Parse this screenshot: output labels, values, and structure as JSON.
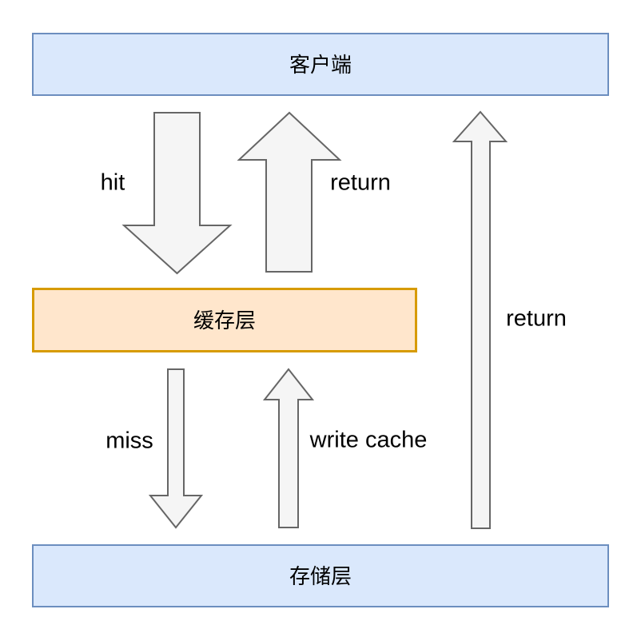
{
  "diagram": {
    "background": "#ffffff",
    "text_color": "#000000",
    "arrow_style": {
      "fill": "#f5f5f5",
      "stroke": "#666666"
    },
    "nodes": [
      {
        "id": "client",
        "label": "客户端",
        "fill": "#dae8fc",
        "stroke": "#6c8ebf"
      },
      {
        "id": "cache",
        "label": "缓存层",
        "fill": "#ffe6cc",
        "stroke": "#d79b00"
      },
      {
        "id": "storage",
        "label": "存储层",
        "fill": "#dae8fc",
        "stroke": "#6c8ebf"
      }
    ],
    "edges": [
      {
        "id": "hit",
        "label": "hit",
        "from": "client",
        "to": "cache",
        "direction": "down",
        "style": "wide-block-arrow"
      },
      {
        "id": "return-cache",
        "label": "return",
        "from": "cache",
        "to": "client",
        "direction": "up",
        "style": "wide-block-arrow"
      },
      {
        "id": "miss",
        "label": "miss",
        "from": "cache",
        "to": "storage",
        "direction": "down",
        "style": "narrow-block-arrow"
      },
      {
        "id": "write-cache",
        "label": "write cache",
        "from": "storage",
        "to": "cache",
        "direction": "up",
        "style": "narrow-block-arrow"
      },
      {
        "id": "return-storage",
        "label": "return",
        "from": "storage",
        "to": "client",
        "direction": "up",
        "style": "narrow-tall-block-arrow"
      }
    ]
  }
}
